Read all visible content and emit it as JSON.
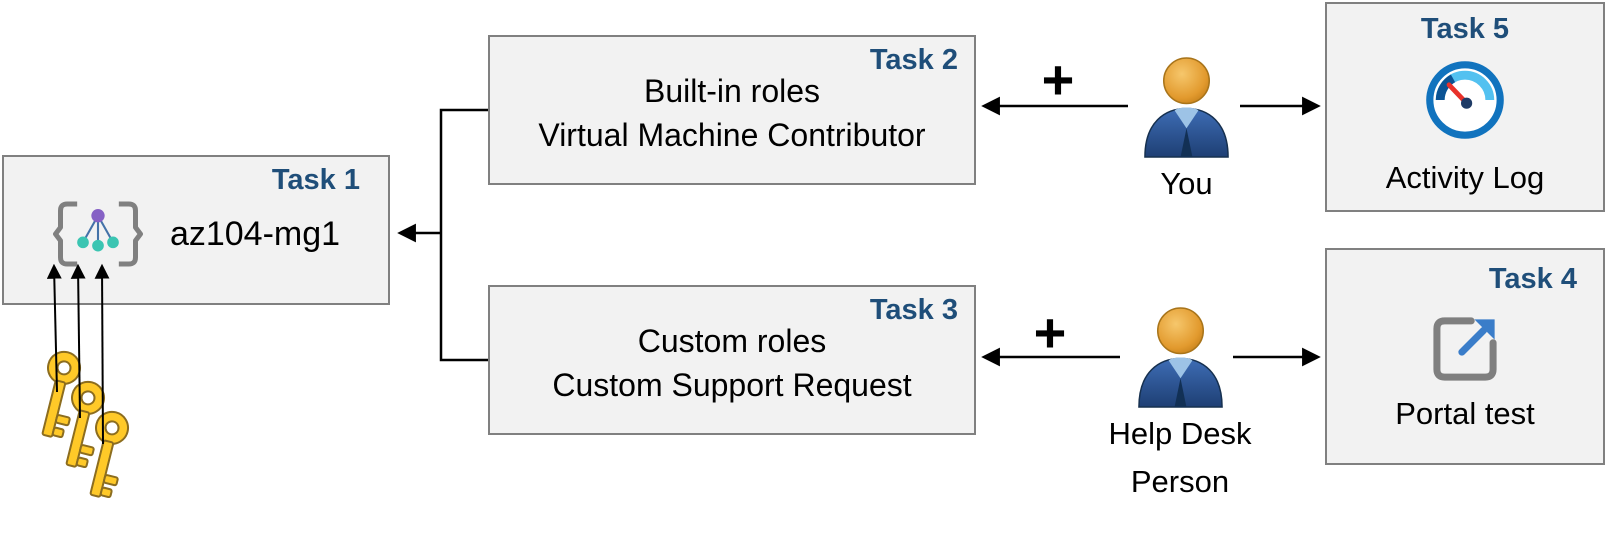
{
  "colors": {
    "task_label": "#1F4E79",
    "box_fill": "#F2F2F2",
    "box_border": "#808080",
    "arrow_black": "#000000",
    "key_gold": "#FFC928",
    "key_outline": "#8C6D1F",
    "person_head_gold": "#E29A2E",
    "person_body_blue": "#2E5C9E",
    "mg_purple": "#8661C5",
    "mg_teal": "#3BC5B2",
    "activity_ring_blue": "#1173BE",
    "activity_arc_cyan": "#53C1F0",
    "needle_red": "#E8312A",
    "portal_frame_gray": "#7F7F7F",
    "portal_arrow_blue": "#3A7DC9"
  },
  "boxes": {
    "task1": {
      "label": "Task 1",
      "name": "az104-mg1",
      "icon": "management-group-icon"
    },
    "task2": {
      "label": "Task 2",
      "line1": "Built-in roles",
      "line2": "Virtual Machine Contributor"
    },
    "task3": {
      "label": "Task 3",
      "line1": "Custom roles",
      "line2": "Custom Support Request"
    },
    "task4": {
      "label": "Task 4",
      "caption": "Portal test",
      "icon": "portal-test-icon"
    },
    "task5": {
      "label": "Task 5",
      "caption": "Activity Log",
      "icon": "activity-log-icon"
    }
  },
  "actors": {
    "you": {
      "label": "You",
      "icon": "person-icon"
    },
    "help_desk": {
      "line1": "Help Desk",
      "line2": "Person",
      "icon": "person-icon"
    }
  },
  "operators": {
    "plus_top": "+",
    "plus_bottom": "+"
  },
  "misc": {
    "keys_icon": "key-icon",
    "key_count": 3
  }
}
